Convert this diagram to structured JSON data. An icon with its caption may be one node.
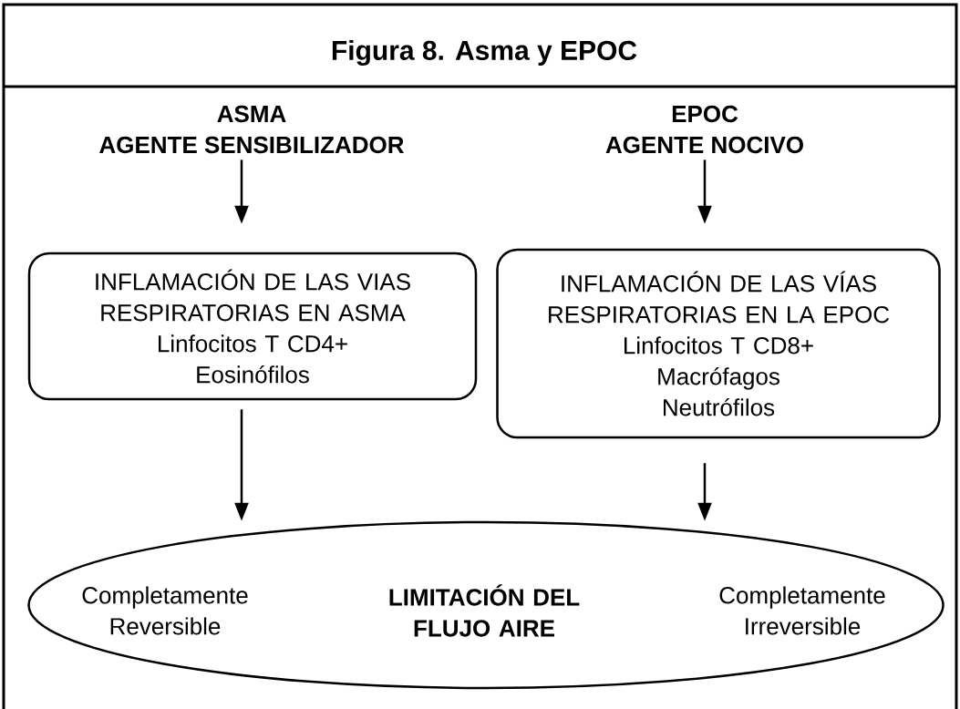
{
  "diagram": {
    "title": "Figura 8.  Asma y EPOC",
    "nodes": [
      {
        "text": [
          "ASMA",
          "AGENTE SENSIBILIZADOR"
        ]
      },
      {
        "text": [
          "EPOC",
          "AGENTE NOCIVO"
        ]
      },
      {
        "text": [
          "INFLAMACIÓN DE LAS VIAS RESPIRATORIAS EN ASMA",
          "Linfocitos T CD4+",
          "Eosinófilos"
        ]
      },
      {
        "text": [
          "INFLAMACIÓN DE LAS VÍAS RESPIRATORIAS EN LA EPOC",
          "Linfocitos T CD8+",
          "Macrófagos",
          "Neutrófilos"
        ]
      },
      {
        "text": [
          "Completamente Reversible",
          "LIMITACIÓN DEL FLUJO AIRE",
          "Completamente Irreversible"
        ]
      }
    ],
    "edges": [
      {
        "from": 0,
        "to": 2,
        "arrow": "to"
      },
      {
        "from": 1,
        "to": 3,
        "arrow": "to"
      },
      {
        "from": 2,
        "to": 4,
        "arrow": "to"
      },
      {
        "from": 3,
        "to": 4,
        "arrow": "to"
      }
    ]
  }
}
